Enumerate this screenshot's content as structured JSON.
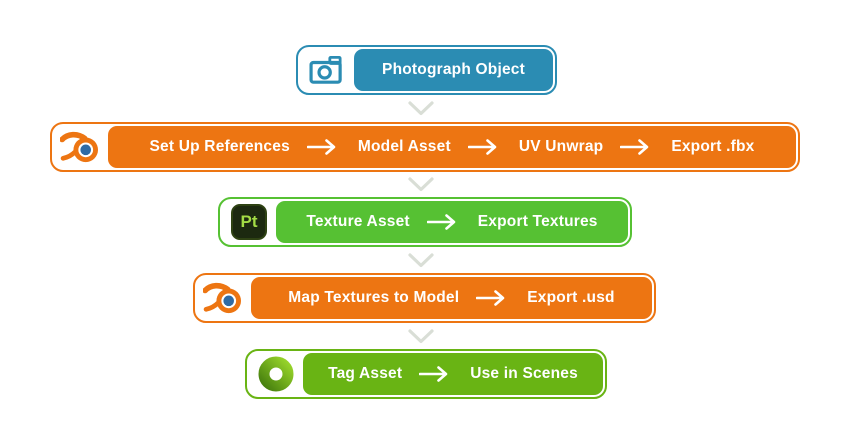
{
  "diagram": {
    "connector_color": "#D9DED6",
    "rows": [
      {
        "id": "photograph-object",
        "icon": "camera-icon",
        "color": "#2B8CB3",
        "steps": [
          "Photograph Object"
        ]
      },
      {
        "id": "blender-modeling",
        "icon": "blender-icon",
        "color": "#ED7512",
        "steps": [
          "Set Up References",
          "Model Asset",
          "UV Unwrap",
          "Export .fbx"
        ]
      },
      {
        "id": "substance-texturing",
        "icon": "substance-painter-icon",
        "badge": "Pt",
        "color": "#56C133",
        "steps": [
          "Texture Asset",
          "Export Textures"
        ]
      },
      {
        "id": "blender-mapping",
        "icon": "blender-icon",
        "color": "#ED7512",
        "steps": [
          "Map Textures to Model",
          "Export .usd"
        ]
      },
      {
        "id": "tag-and-use",
        "icon": "ring-icon",
        "color": "#69B414",
        "steps": [
          "Tag Asset",
          "Use in Scenes"
        ]
      }
    ]
  }
}
